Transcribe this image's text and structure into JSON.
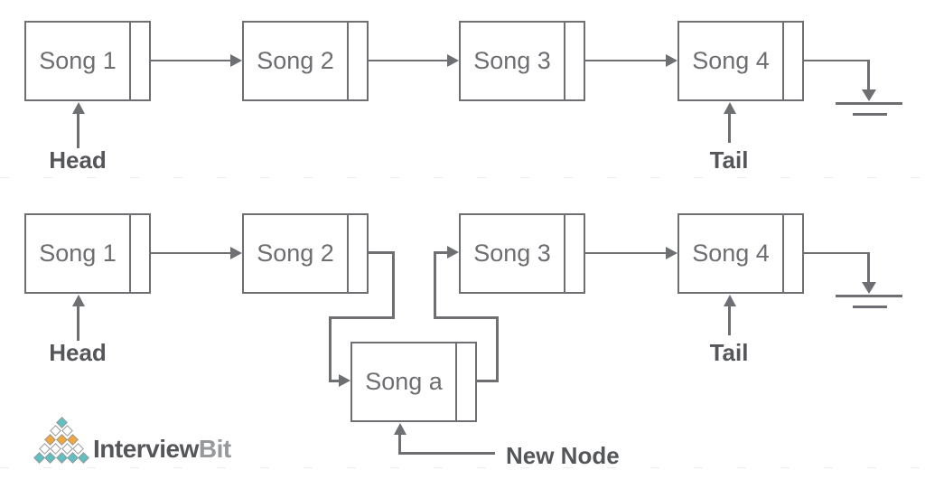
{
  "diagram": {
    "row1": {
      "nodes": [
        "Song 1",
        "Song 2",
        "Song 3",
        "Song 4"
      ],
      "head_label": "Head",
      "tail_label": "Tail"
    },
    "row2": {
      "nodes": [
        "Song 1",
        "Song 2",
        "Song 3",
        "Song 4"
      ],
      "inserted_node_label": "Song a",
      "head_label": "Head",
      "tail_label": "Tail",
      "new_node_label": "New Node"
    }
  },
  "logo": {
    "brand_primary": "Interview",
    "brand_secondary": "Bit",
    "pyramid": {
      "rows": [
        [
          "teal"
        ],
        [
          "white",
          "white"
        ],
        [
          "orange",
          "orange",
          "orange"
        ],
        [
          "white",
          "white",
          "white",
          "white"
        ],
        [
          "teal",
          "teal",
          "teal",
          "teal",
          "teal"
        ]
      ],
      "colors": {
        "teal": "#5fc0c2",
        "orange": "#f1a73d",
        "white": "#ffffff"
      }
    }
  },
  "colors": {
    "line": "#6e6f72",
    "node_text": "#6d6e71",
    "label_text": "#55565a",
    "logo_text_primary": "#55565a",
    "logo_text_secondary": "#96989b"
  }
}
